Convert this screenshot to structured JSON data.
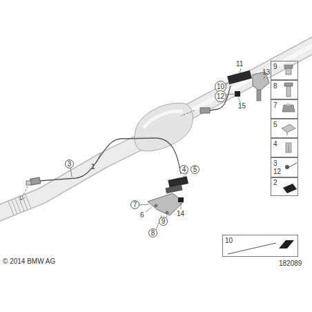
{
  "diagram": {
    "nodes": [
      {
        "text": [
          "9"
        ]
      },
      {
        "text": [
          "8"
        ]
      },
      {
        "text": [
          "7"
        ]
      },
      {
        "text": [
          "5"
        ]
      },
      {
        "text": [
          "4"
        ]
      },
      {
        "text": [
          "3",
          "12"
        ]
      },
      {
        "text": [
          "2"
        ]
      },
      {
        "text": [
          "10"
        ]
      }
    ],
    "labels": [
      "1",
      "3",
      "4",
      "5",
      "6",
      "7",
      "8",
      "9",
      "10",
      "11",
      "12",
      "13",
      "14",
      "15",
      "© 2014 BMW AG",
      "182089"
    ]
  }
}
